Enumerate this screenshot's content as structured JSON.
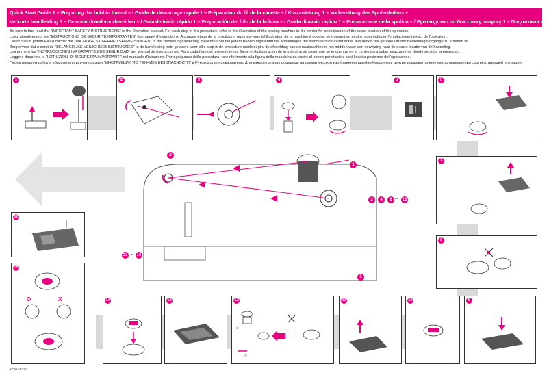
{
  "banner": {
    "line1": "Quick Start Guide 1 – Preparing the bobbin thread – / Guide de démarrage rapide 1 – Préparation du fil de la canette – / Kurzanleitung 1 – Vorbereitung des Spulenfadens –",
    "line2": "Verkorte handleiding 1 – De onderdraad voorbereiden – / Guía de inicio rápido 1 – Preparación del hilo de la bobina – / Guida di avvio rapido 1 – Preparazione della spolina – / Руководство по быстрому запуску 1 – Подготовка нижней нити –"
  },
  "intro": [
    "Be sure to first read the \"IMPORTANT SAFETY INSTRUCTIONS\" in the Operation Manual. For each step in the procedure, refer to the illustration of the sewing machine in the center for an indication of the exact location of the operation.",
    "Lisez attentivement les \"INSTRUCTIONS DE SÉCURITÉ IMPORTANTES\" du manuel d'instructions. A chaque étape de la procédure, reportez-vous à l'illustration de la machine à coudre, se trouvant au centre, pour indiquer l'emplacement exact de l'opération.",
    "Lesen Sie im jedem Fall zunächst die \"WICHTIGE SICHERHEITSANWEISUNGEN\" in der Bedienungsanleitung. Beachten Sie bei jedem Bedienungsschritt die Abbildungen der Nähmaschine in der Mitte, aus denen der genaue Ort der Bedienungsvorgänge zu ersehen ist.",
    "Zorg ervoor dat u eerst de \"BELANGRIJKE VEILIGHEIDSINSTRUCTIES\" in de handleiding hebt gelezen. Voor elke stap in de procedure raadpleegt u de afbeelding van de naaimachine in het midden voor een verwijzing naar de exacte locatie van de handeling.",
    "Lea primero las \"INSTRUCCIONES IMPORTANTES DE SEGURIDAD\" del Manual de instrucciones. Para cada fase del procedimiento, fíjese en la ilustración de la máquina de coser que se encuentra en el centro para saber exactamente dónde se sitúa la operación.",
    "Leggere dapprima le \"ISTRUZIONI DI SICUREZZA IMPORTANTI\" del manuale d'istruzione. Per ogni passo della procedura, fare riferimento alla figura della macchina da cucire al centro per stabilire così l'esatta posizione dell'operazione.",
    "Перед началом работы обязательно изучите раздел \"ИНСТРУКЦИИ ПО ТЕХНИКЕ БЕЗОПАСНОСТИ\" в Руководстве пользователя. Для каждого этапа процедуры на схематическом изображении швейной машины в центре показано точное место выполнения соответствующей операции."
  ],
  "steps": {
    "s1": "1",
    "s2": "2",
    "s3": "3",
    "s4": "4",
    "s5": "5",
    "s6": "6",
    "s7": "7",
    "s8": "8",
    "s9": "9",
    "s10": "10",
    "s11": "11",
    "s12": "12",
    "s13": "13",
    "s14": "14",
    "s15": "15",
    "s16": "16"
  },
  "machine_labels": {
    "m1": "1",
    "m2": "2",
    "m3": "3",
    "m4": "4",
    "m6": "6",
    "m13": "13",
    "m5": "5",
    "m16": "16",
    "dash": "–"
  },
  "step15_marks": {
    "ok": "O",
    "ng": "X"
  },
  "sub_labels": {
    "one": "①",
    "two": "②"
  },
  "footer_code": "XC8044-121",
  "colors": {
    "accent": "#e6007e",
    "band": "#d9d9d9"
  }
}
